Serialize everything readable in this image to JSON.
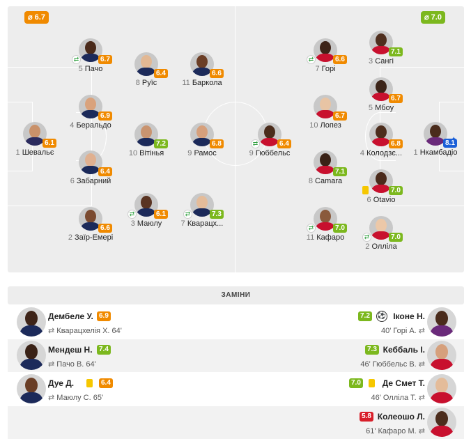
{
  "home_avg": "⌀ 6.7",
  "away_avg": "⌀ 7.0",
  "subs_title": "ЗАМІНИ",
  "home": [
    {
      "num": "1",
      "name": "Шевальє",
      "rating": "6.1"
    },
    {
      "num": "2",
      "name": "Заїр-Емері",
      "rating": "6.6"
    },
    {
      "num": "6",
      "name": "Забарний",
      "rating": "6.4"
    },
    {
      "num": "4",
      "name": "Беральдо",
      "rating": "6.9"
    },
    {
      "num": "5",
      "name": "Пачо",
      "rating": "6.7"
    },
    {
      "num": "3",
      "name": "Маюлу",
      "rating": "6.1"
    },
    {
      "num": "10",
      "name": "Вітінья",
      "rating": "7.2"
    },
    {
      "num": "8",
      "name": "Руїс",
      "rating": "6.4"
    },
    {
      "num": "7",
      "name": "Кварацх...",
      "rating": "7.3"
    },
    {
      "num": "9",
      "name": "Рамос",
      "rating": "6.8"
    },
    {
      "num": "11",
      "name": "Баркола",
      "rating": "6.6"
    }
  ],
  "away": [
    {
      "num": "1",
      "name": "Нкамбадіо",
      "rating": "8.1"
    },
    {
      "num": "3",
      "name": "Сангі",
      "rating": "7.1"
    },
    {
      "num": "5",
      "name": "Мбоу",
      "rating": "6.7"
    },
    {
      "num": "4",
      "name": "Колодзє...",
      "rating": "6.8"
    },
    {
      "num": "6",
      "name": "Otavio",
      "rating": "7.0"
    },
    {
      "num": "2",
      "name": "Олліла",
      "rating": "7.0"
    },
    {
      "num": "7",
      "name": "Горі",
      "rating": "6.6"
    },
    {
      "num": "10",
      "name": "Лопез",
      "rating": "6.7"
    },
    {
      "num": "8",
      "name": "Camara",
      "rating": "7.1"
    },
    {
      "num": "11",
      "name": "Кафаро",
      "rating": "7.0"
    },
    {
      "num": "9",
      "name": "Гюббельс",
      "rating": "6.4"
    }
  ],
  "subs": {
    "left": [
      {
        "name": "Дембеле У.",
        "rating": "6.9",
        "out": "Кварацхелія Х. 64'"
      },
      {
        "name": "Мендеш Н.",
        "rating": "7.4",
        "out": "Пачо В. 64'"
      },
      {
        "name": "Дуе Д.",
        "rating": "6.4",
        "out": "Маюлу С. 65'"
      }
    ],
    "right": [
      {
        "name": "Іконе Н.",
        "rating": "7.2",
        "out": "40' Горі А."
      },
      {
        "name": "Кеббаль І.",
        "rating": "7.3",
        "out": "46' Гюббельс В."
      },
      {
        "name": "Де Смет Т.",
        "rating": "7.0",
        "out": "46' Олліла Т."
      },
      {
        "name": "Колеошо Л.",
        "rating": "5.8",
        "out": "61' Кафаро М."
      }
    ]
  },
  "colors": {
    "orange": "#f08a00",
    "green": "#7cb81e",
    "blue": "#1a5fd8",
    "red": "#d81f2a",
    "yellow_card": "#f6c700"
  }
}
